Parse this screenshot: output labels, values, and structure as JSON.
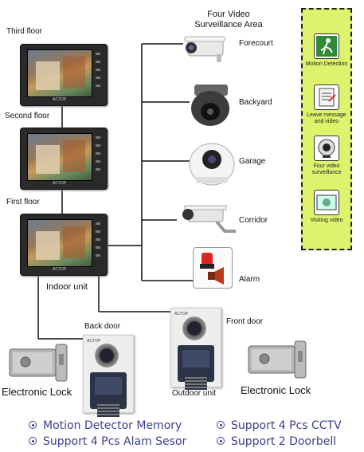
{
  "floors": {
    "third": "Third floor",
    "second": "Second floor",
    "first": "First floor"
  },
  "monitor_brand": "ACTOP",
  "indoor_unit": "Indoor unit",
  "surveillance_title_1": "Four Video",
  "surveillance_title_2": "Surveillance Area",
  "cameras": [
    "Forecourt",
    "Backyard",
    "Garage",
    "Corridor",
    "Alarm"
  ],
  "sidebar": {
    "items": [
      "Motion Detection",
      "Leave message and video",
      "Four video surveillance",
      "Visiting video"
    ]
  },
  "back_door": "Back door",
  "front_door": "Front door",
  "outdoor_unit": "Outdoor unit",
  "lock_left": "Electronic Lock",
  "lock_right": "Electronic Lock",
  "features": [
    "Motion Detector Memory",
    "Support 4 Pcs CCTV",
    "Support 4 Pcs Alam Sesor",
    "Support 2 Doorbell"
  ],
  "colors": {
    "sidebar_bg": "#dff26c",
    "feature_text": "#3b3f8f",
    "wire": "#111111"
  }
}
